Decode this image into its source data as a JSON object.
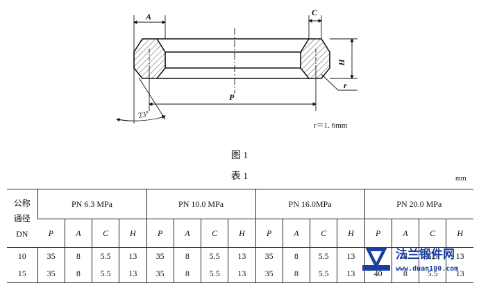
{
  "figure": {
    "labels": {
      "A": "A",
      "C": "C",
      "H": "H",
      "P": "P",
      "r": "r",
      "angle": "23°",
      "radius_note": "r＝1. 6mm"
    }
  },
  "figure_caption": "图 1",
  "table_caption": "表 1",
  "unit": "mm",
  "table": {
    "dn_header": [
      "公称",
      "通径",
      "DN"
    ],
    "groups": [
      "PN 6.3 MPa",
      "PN 10.0 MPa",
      "PN 16.0MPa",
      "PN 20.0 MPa"
    ],
    "sub_headers": [
      "P",
      "A",
      "C",
      "H"
    ],
    "rows": [
      {
        "dn": "10",
        "cells": [
          "35",
          "8",
          "5.5",
          "13",
          "35",
          "8",
          "5.5",
          "13",
          "35",
          "8",
          "5.5",
          "13",
          "40",
          "8",
          "5.5",
          "13"
        ]
      },
      {
        "dn": "15",
        "cells": [
          "35",
          "8",
          "5.5",
          "13",
          "35",
          "8",
          "5.5",
          "13",
          "35",
          "8",
          "5.5",
          "13",
          "40",
          "8",
          "5.5",
          "13"
        ]
      }
    ]
  },
  "watermark": {
    "brand": "法兰锻件网",
    "url": "www.duan100.com",
    "colors": {
      "brand": "#1a3fa0",
      "url": "#1a3fa0"
    }
  }
}
